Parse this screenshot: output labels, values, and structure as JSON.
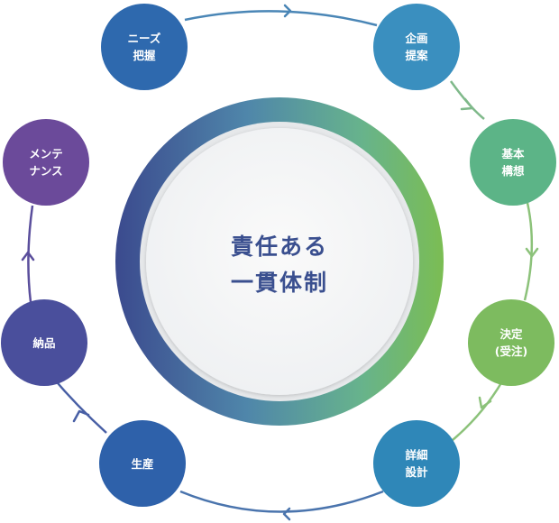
{
  "center": {
    "line1": "責任ある",
    "line2": "一貫体制"
  },
  "nodes": [
    {
      "id": "needs",
      "line1": "ニーズ",
      "line2": "把握",
      "color": "#2e69ae"
    },
    {
      "id": "planning",
      "line1": "企画",
      "line2": "提案",
      "color": "#3a8fbf"
    },
    {
      "id": "basic-concept",
      "line1": "基本",
      "line2": "構想",
      "color": "#5cb487"
    },
    {
      "id": "decision",
      "line1": "決定",
      "line2": "(受注)",
      "color": "#7dbb5f"
    },
    {
      "id": "detailed-design",
      "line1": "詳細",
      "line2": "設計",
      "color": "#2f87b8"
    },
    {
      "id": "production",
      "line1": "生産",
      "line2": "",
      "color": "#2e61aa"
    },
    {
      "id": "delivery",
      "line1": "納品",
      "line2": "",
      "color": "#4a4f9c"
    },
    {
      "id": "maintenance",
      "line1": "メンテ",
      "line2": "ナンス",
      "color": "#6b4a9a"
    }
  ],
  "ring_gradient": [
    "#3b4a8e",
    "#4f86aa",
    "#67b38c",
    "#7bbd53"
  ]
}
